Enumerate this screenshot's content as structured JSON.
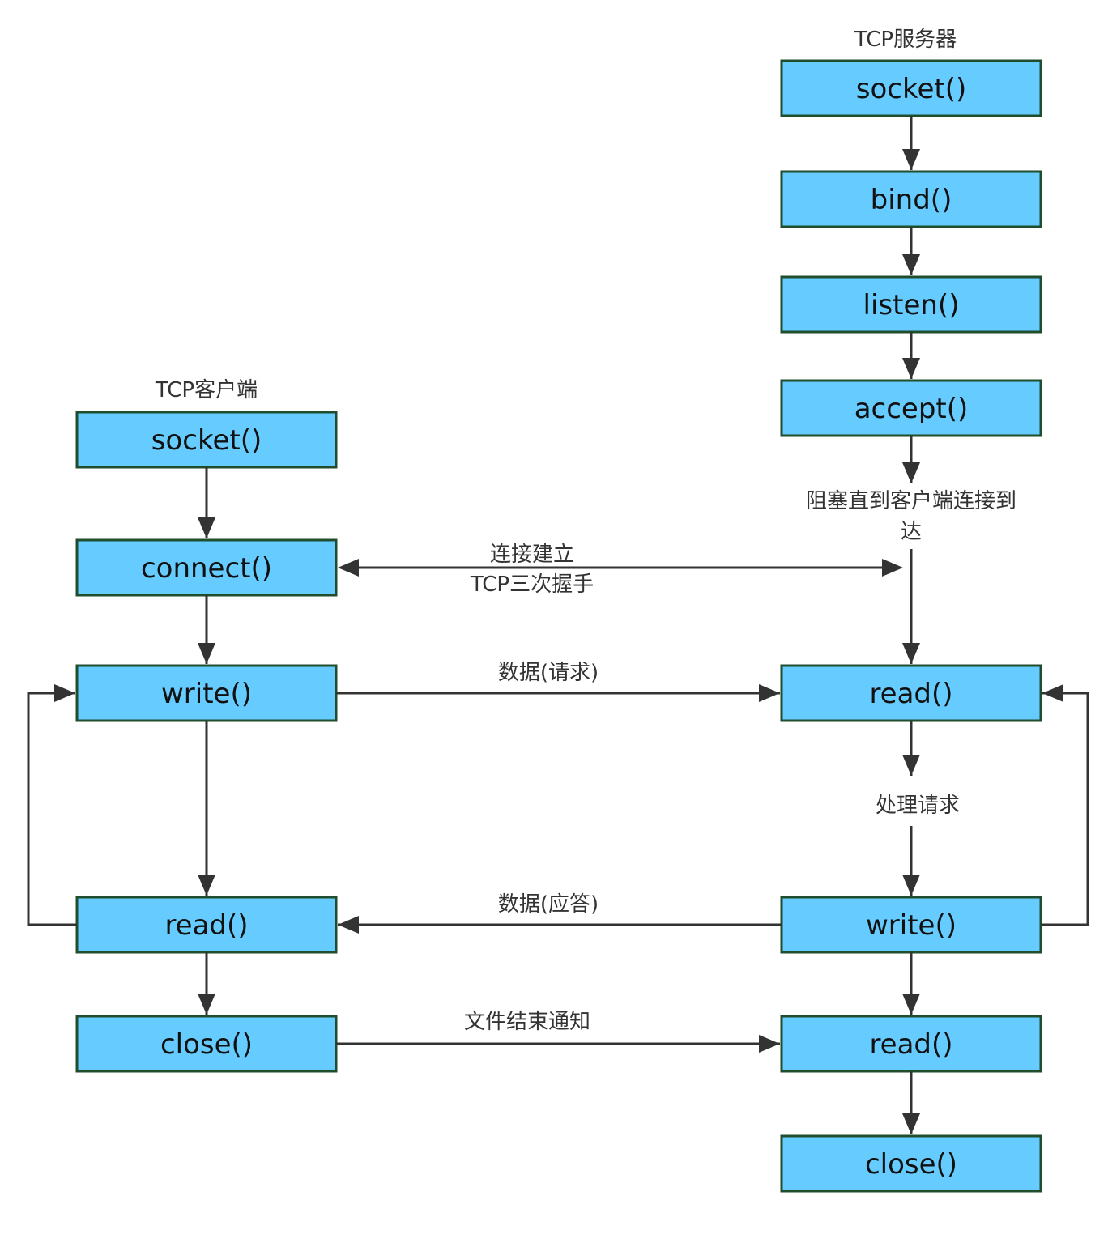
{
  "client": {
    "title": "TCP客户端",
    "socket": "socket()",
    "connect": "connect()",
    "write": "write()",
    "read": "read()",
    "close": "close()"
  },
  "server": {
    "title": "TCP服务器",
    "socket": "socket()",
    "bind": "bind()",
    "listen": "listen()",
    "accept": "accept()",
    "blocking_note_line1": "阻塞直到客户端连接到",
    "blocking_note_line2": "达",
    "read1": "read()",
    "process_note": "处理请求",
    "write": "write()",
    "read2": "read()",
    "close": "close()"
  },
  "links": {
    "connection_line1": "连接建立",
    "connection_line2": "TCP三次握手",
    "request": "数据(请求)",
    "response": "数据(应答)",
    "eof": "文件结束通知"
  },
  "colors": {
    "box_fill": "#66ccff",
    "box_border": "#1f4d2e",
    "arrow": "#333333"
  }
}
